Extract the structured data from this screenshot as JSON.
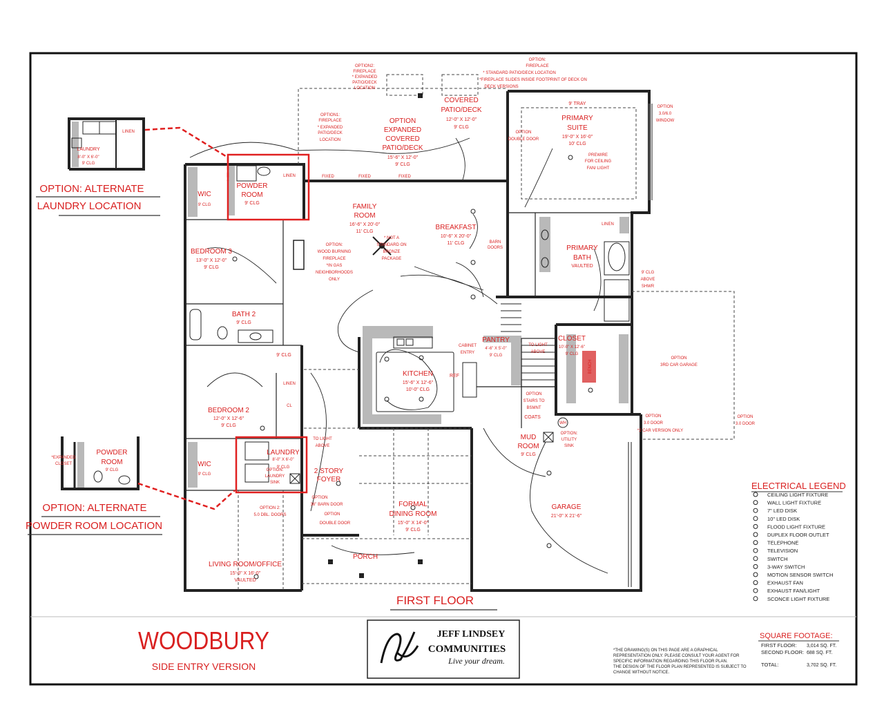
{
  "title": "WOODBURY",
  "subtitle": "SIDE ENTRY VERSION",
  "floor_label": "FIRST FLOOR",
  "logo": {
    "line1": "JEFF LINDSEY",
    "line2": "COMMUNITIES",
    "tagline": "Live your dream."
  },
  "options": {
    "alt_laundry_1": "OPTION: ALTERNATE",
    "alt_laundry_2": "LAUNDRY LOCATION",
    "alt_powder_1": "OPTION: ALTERNATE",
    "alt_powder_2": "POWDER ROOM LOCATION"
  },
  "rooms": {
    "family": [
      "FAMILY",
      "ROOM",
      "16'-6\" X 20'-0\"",
      "11' CLG"
    ],
    "breakfast": [
      "BREAKFAST",
      "10'-6\" X 20'-0\"",
      "11' CLG"
    ],
    "primary_suite": [
      "9' TRAY",
      "PRIMARY",
      "SUITE",
      "19'-0\" X 16'-0\"",
      "10' CLG"
    ],
    "primary_bath": [
      "PRIMARY",
      "BATH",
      "VAULTED"
    ],
    "bedroom3": [
      "BEDROOM 3",
      "13'-0\" X 12'-0\"",
      "9' CLG"
    ],
    "bath2": [
      "BATH 2",
      "9' CLG"
    ],
    "bedroom2": [
      "BEDROOM 2",
      "12'-0\" X 12'-6\"",
      "9' CLG"
    ],
    "powder": [
      "POWDER",
      "ROOM",
      "9' CLG"
    ],
    "laundry": [
      "LAUNDRY",
      "8'-0\" X 6'-0\"",
      "9' CLG"
    ],
    "kitchen": [
      "KITCHEN",
      "15'-6\" X 12'-6\"",
      "10'-0\" CLG"
    ],
    "pantry": [
      "PANTRY",
      "4'-6\" X 5'-0\"",
      "9' CLG"
    ],
    "closet": [
      "CLOSET",
      "10'-0\" X 12'-6\"",
      "9' CLG"
    ],
    "foyer": [
      "2 STORY",
      "FOYER"
    ],
    "formal_dining": [
      "FORMAL",
      "DINING ROOM",
      "15'-0\" X 14'-0\"",
      "9' CLG"
    ],
    "living_office": [
      "LIVING ROOM/OFFICE",
      "15'-0\" X 16'-0\"",
      "VAULTED"
    ],
    "porch": "PORCH",
    "mud": [
      "MUD",
      "ROOM",
      "9' CLG"
    ],
    "garage": [
      "GARAGE",
      "21'-0\" X 21'-6\""
    ],
    "covered_patio": [
      "COVERED",
      "PATIO/DECK",
      "12'-0\" X 12'-0\"",
      "9' CLG"
    ],
    "opt_covered_patio": [
      "OPTION",
      "EXPANDED",
      "COVERED",
      "PATIO/DECK",
      "15'-6\" X 12'-0\"",
      "9' CLG"
    ],
    "third_car": [
      "OPTION",
      "3RD CAR GARAGE"
    ],
    "wic1": [
      "WIC",
      "9' CLG"
    ],
    "wic2": [
      "WIC",
      "9' CLG"
    ],
    "linen": "LINEN",
    "cl": "CL",
    "coats": "COATS",
    "wh": "WH",
    "ref": "REF",
    "barn_doors": [
      "BARN",
      "DOORS"
    ],
    "cabinet_entry": [
      "CABINET",
      "ENTRY"
    ],
    "fixed": "FIXED",
    "bench": "BENCH",
    "clg9": "9' CLG"
  },
  "notes": {
    "fireplace2": [
      "OPTION2:",
      "FIREPLACE",
      "* EXPANDED",
      "PATIO/DECK",
      "LOCATION"
    ],
    "fireplace1": [
      "OPTION1:",
      "FIREPLACE",
      "* EXPANDED",
      "PATIO/DECK",
      "LOCATION"
    ],
    "fireplace_right": [
      "OPTION:",
      "FIREPLACE",
      "* STANDARD PATIO/DECK LOCATION",
      "*FIREPLACE SLIDES INSIDE FOOTPRINT OF DECK ON",
      "DECK VERSIONS"
    ],
    "window": [
      "OPTION",
      "3.0/6.0",
      "WINDOW"
    ],
    "double_door": [
      "OPTION",
      "DOUBLE DOOR"
    ],
    "prewire": [
      "PREWIRE",
      "FOR CEILING",
      "FAN/ LIGHT"
    ],
    "wood_fireplace": [
      "OPTION:",
      "WOOD BURNING",
      "FIREPLACE",
      "*IN GAS",
      "NEIGHBORHOODS",
      "ONLY"
    ],
    "not_standard": [
      "* NOT A",
      "STANDARD ON",
      "BRONZE",
      "PACKAGE"
    ],
    "shower": [
      "9' CLG",
      "ABOVE",
      "SHWR"
    ],
    "stairs_bsmt": [
      "OPTION",
      "STAIRS TO",
      "BSMNT"
    ],
    "utility_sink": [
      "OPTION:",
      "UTILITY",
      "SINK"
    ],
    "door_30": [
      "OPTION",
      "3.0 DOOR",
      "*2 CAR VERSION ONLY"
    ],
    "door_30b": [
      "OPTION",
      "3.0 DOOR"
    ],
    "barn_door_foyer": [
      "OPTION",
      "36\" BARN DOOR"
    ],
    "option2_doors": [
      "OPTION 2:",
      "5.0 DBL. DOORS"
    ],
    "laundry_sink": [
      "OPTION:",
      "LAUNDRY",
      "SINK"
    ],
    "double_door2": [
      "OPTION",
      "DOUBLE DOOR"
    ],
    "light_above": [
      "TO LIGHT",
      "ABOVE"
    ],
    "light_above2": [
      "TO LIGHT",
      "ABOVE"
    ],
    "expanded_closet": [
      "*EXPANDED",
      "CLOSET"
    ],
    "alt_laundry_dim": [
      "8'-0\" X 6'-0\"",
      "9' CLG"
    ]
  },
  "legend": {
    "title": "ELECTRICAL LEGEND",
    "items": [
      "CEILING LIGHT FIXTURE",
      "WALL LIGHT FIXTURE",
      "7\" LED DISK",
      "10\" LED DISK",
      "FLOOD LIGHT FIXTURE",
      "DUPLEX FLOOR OUTLET",
      "TELEPHONE",
      "TELEVISION",
      "SWITCH",
      "3-WAY SWITCH",
      "MOTION SENSOR SWITCH",
      "EXHAUST FAN",
      "EXHAUST FAN/LIGHT",
      "SCONCE LIGHT FIXTURE"
    ]
  },
  "square_footage": {
    "title": "SQUARE FOOTAGE:",
    "rows": [
      {
        "label": "FIRST FLOOR:",
        "value": "3,014 SQ. FT."
      },
      {
        "label": "SECOND FLOOR:",
        "value": "688 SQ. FT."
      },
      {
        "label": "TOTAL:",
        "value": "3,702 SQ. FT."
      }
    ]
  },
  "disclaimer": [
    "*THE DRAWING(S) ON THIS PAGE ARE A GRAPHICAL",
    "REPRESENTATION ONLY. PLEASE CONSULT YOUR AGENT FOR",
    "SPECIFIC INFORMATION REGARDING THIS FLOOR PLAN.",
    "THE DESIGN OF THE FLOOR PLAN REPRESENTED IS SUBJECT TO",
    "CHANGE WITHOUT NOTICE."
  ]
}
